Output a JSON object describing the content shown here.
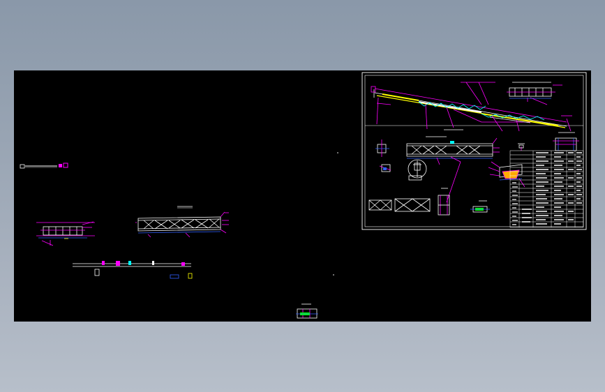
{
  "viewer": {
    "background_top": "#8a98a9",
    "background_bottom": "#b7bfca",
    "canvas_color": "#000000"
  },
  "drawing": {
    "colors": {
      "magenta": "#ff00ff",
      "white": "#ffffff",
      "yellow": "#ffff00",
      "green": "#00ff00",
      "cyan": "#00ffff",
      "blue": "#3060ff",
      "red": "#ff3030"
    },
    "icons": [
      "truss-elevation",
      "section-view",
      "detail-view",
      "title-block",
      "parts-table"
    ]
  }
}
